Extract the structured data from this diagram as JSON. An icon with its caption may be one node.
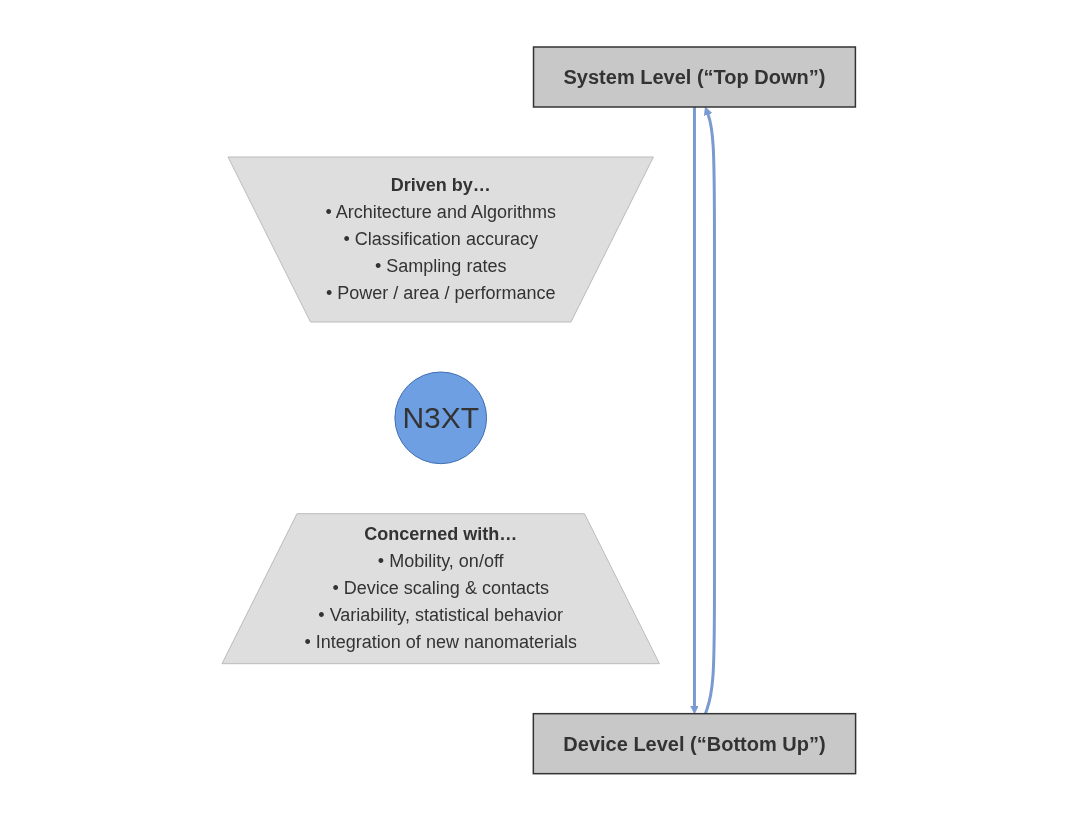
{
  "diagram": {
    "nodes": [
      {
        "text": [
          "System Level (“Top Down”)"
        ]
      },
      {
        "text": [
          "Driven by…",
          "• Architecture and Algorithms",
          "• Classification accuracy",
          "• Sampling rates",
          "• Power / area / performance"
        ]
      },
      {
        "text": [
          "N3XT"
        ]
      },
      {
        "text": [
          "Concerned with…",
          "• Mobility, on/off",
          "• Device scaling & contacts",
          "• Variability, statistical behavior",
          "• Integration of new nanomaterials"
        ]
      },
      {
        "text": [
          "Device Level (“Bottom Up”)"
        ]
      }
    ],
    "edges": [
      {
        "from": 0,
        "to": 4,
        "arrow": "to"
      },
      {
        "from": 4,
        "to": 0,
        "arrow": "to"
      }
    ]
  }
}
